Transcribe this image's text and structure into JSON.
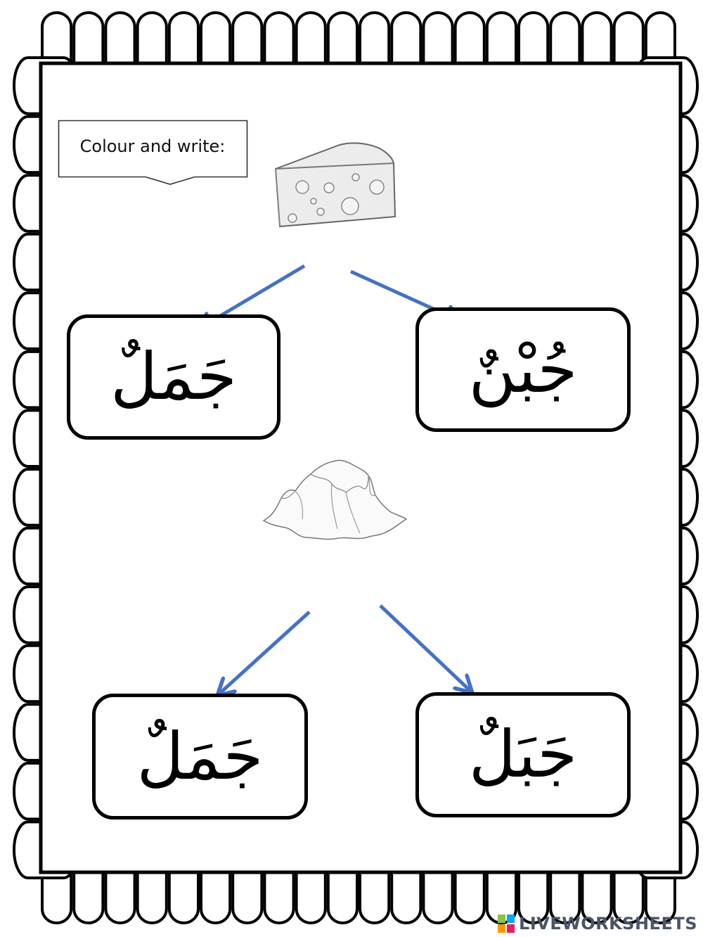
{
  "worksheet": {
    "instruction": "Colour and write:",
    "pictures": {
      "top": "cheese-icon",
      "middle": "mountain-icon"
    },
    "cards": [
      {
        "word": "جَمَلٌ"
      },
      {
        "word": "جُبْنٌ"
      },
      {
        "word": "جَمَلٌ"
      },
      {
        "word": "جَبَلٌ"
      }
    ],
    "arrow_color": "#4472c4"
  },
  "watermark": {
    "label": "LIVEWORKSHEETS",
    "logo": "liveworksheets-logo-icon"
  }
}
